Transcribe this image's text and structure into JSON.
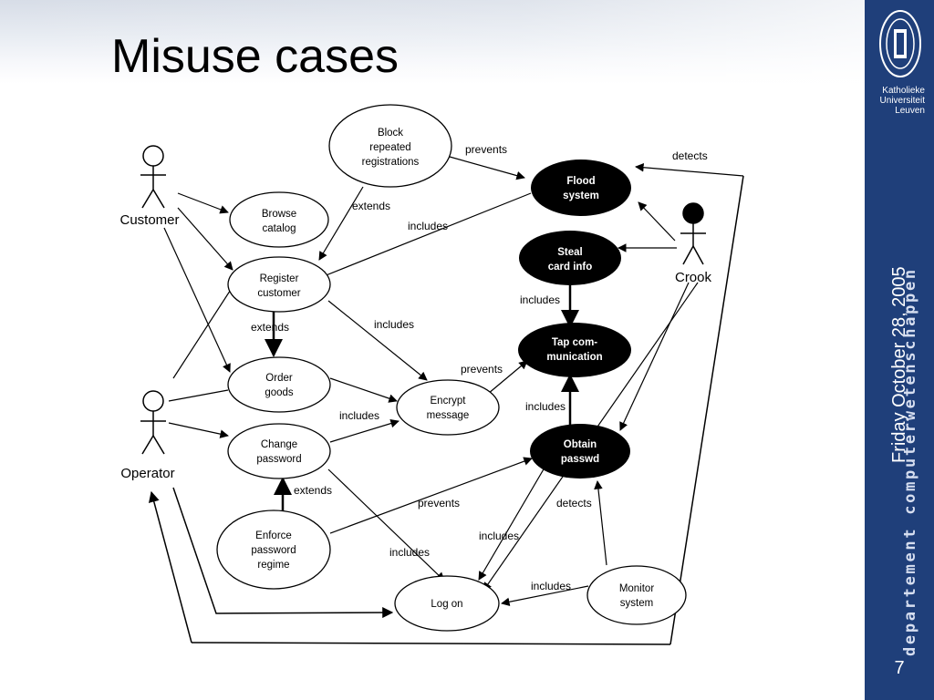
{
  "slide": {
    "title": "Misuse cases",
    "date": "Friday October 28, 2005",
    "page_number": "7",
    "university": [
      "Katholieke",
      "Universiteit",
      "Leuven"
    ],
    "department": "departement computerwetenschappen"
  },
  "actors": {
    "customer": "Customer",
    "operator": "Operator",
    "crook": "Crook"
  },
  "use_cases": {
    "browse": [
      "Browse",
      "catalog"
    ],
    "register": [
      "Register",
      "customer"
    ],
    "order": [
      "Order",
      "goods"
    ],
    "change": [
      "Change",
      "password"
    ],
    "enforce": [
      "Enforce",
      "password",
      "regime"
    ],
    "encrypt": [
      "Encrypt",
      "message"
    ],
    "logon": [
      "Log on"
    ],
    "monitor": [
      "Monitor",
      "system"
    ],
    "block": [
      "Block",
      "repeated",
      "registrations"
    ]
  },
  "misuse_cases": {
    "flood": [
      "Flood",
      "system"
    ],
    "steal": [
      "Steal",
      "card info"
    ],
    "tap": [
      "Tap com-",
      "munication"
    ],
    "obtain": [
      "Obtain",
      "passwd"
    ]
  },
  "relations": {
    "prevents": "prevents",
    "detects": "detects",
    "extends": "extends",
    "includes": "includes"
  }
}
